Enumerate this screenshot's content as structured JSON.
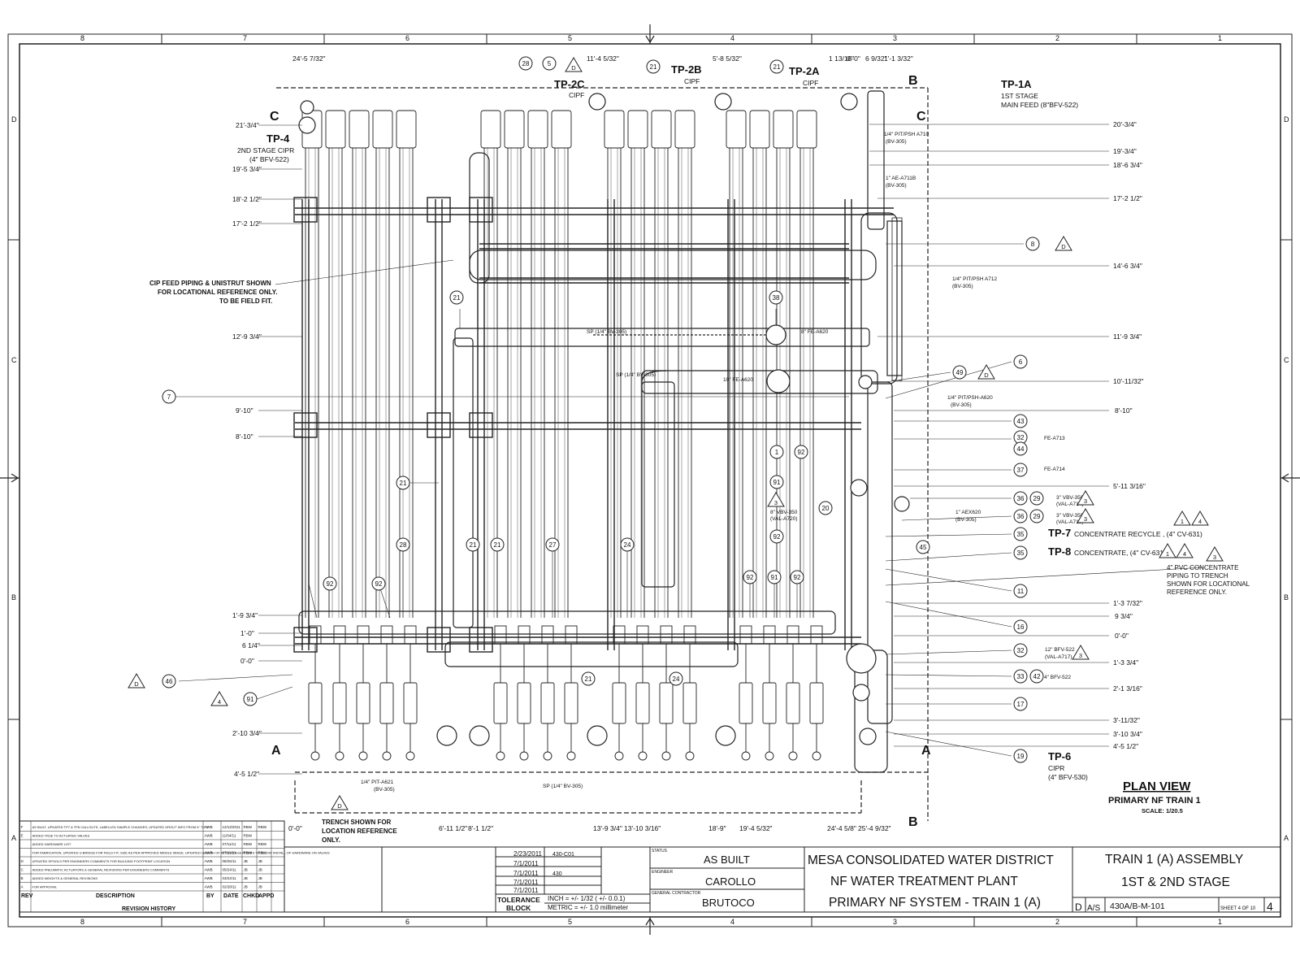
{
  "dims": {
    "left": [
      "21'-3/4\"",
      "19'-5 3/4\"",
      "18'-2 1/2\"",
      "17'-2 1/2\"",
      "12'-9 3/4\"",
      "9'-10\"",
      "8'-10\"",
      "1'-9 3/4\"",
      "1'-0\"",
      "6 1/4\"",
      "0'-0\"",
      "2'-10 3/4\"",
      "4'-5 1/2\""
    ],
    "right": [
      "20'-3/4\"",
      "19'-3/4\"",
      "18'-6 3/4\"",
      "17'-2 1/2\"",
      "14'-6 3/4\"",
      "11'-9 3/4\"",
      "10'-11/32\"",
      "8'-10\"",
      "5'-11 3/16\"",
      "1'-3 7/32\"",
      "9 3/4\"",
      "0'-0\"",
      "1'-3 3/4\"",
      "2'-1 3/16\"",
      "3'-11/32\"",
      "3'-10 3/4\"",
      "4'-5 1/2\""
    ],
    "top": [
      "24'-5 7/32\"",
      "11'-4 5/32\"",
      "5'-8 5/32\"",
      "1 13/16\"",
      "0'-0\"",
      "6 9/32\"",
      "1'-1 3/32\""
    ],
    "bottom": [
      "0'-0\"",
      "6'-11 1/2\"",
      "8'-1 1/2\"",
      "13'-9 3/4\"",
      "13'-10 3/16\"",
      "18'-9\"",
      "19'-4 5/32\"",
      "24'-4 5/8\"",
      "25'-4 9/32\""
    ]
  },
  "tags": {
    "tp4": "TP-4",
    "tp4_desc1": "2ND STAGE CIPR",
    "tp4_desc2": "(4\" BFV-522)",
    "tp2c": "TP-2C",
    "tp2c_desc": "CIPF",
    "tp2b": "TP-2B",
    "tp2b_desc": "CIPF",
    "tp2a": "TP-2A",
    "tp2a_desc": "CIPF",
    "tp1a": "TP-1A",
    "tp1a_desc1": "1ST STAGE",
    "tp1a_desc2": "MAIN FEED (8\"BFV-522)",
    "tp7": "TP-7",
    "tp7_desc": "CONCENTRATE RECYCLE , (4\" CV-631)",
    "tp8": "TP-8",
    "tp8_desc": "CONCENTRATE, (4\" CV-631)",
    "tp6": "TP-6",
    "tp6_desc1": "CIPR",
    "tp6_desc2": "(4\" BFV-530)"
  },
  "notes": {
    "cip1": "CIP FEED PIPING & UNISTRUT SHOWN",
    "cip2": "FOR LOCATIONAL REFERENCE ONLY.",
    "cip3": "TO BE FIELD FIT.",
    "trench1": "TRENCH SHOWN FOR",
    "trench2": "LOCATION REFERENCE",
    "trench3": "ONLY.",
    "pvc1": "4\" PVC CONCENTRATE",
    "pvc2": "PIPING TO TRENCH",
    "pvc3": "SHOWN FOR LOCATIONAL",
    "pvc4": "REFERENCE ONLY."
  },
  "instruments": {
    "a710": "1/4\" PIT/PSH A710",
    "a710b": "(BV-305)",
    "a711": "1\" AE-A711B",
    "a711b": "(BV-305)",
    "a712": "1/4\" PIT/PSH A712",
    "a712b": "(BV-305)",
    "a620": "1/4\" PIT/PSH-A620",
    "a620b": "(BV-305)",
    "fe713": "FE-A713",
    "fe714": "FE-A714",
    "v714": "3\" VBV-350",
    "v714b": "(VAL-A714)",
    "v715": "3\" VBV-350",
    "v715b": "(VAL-A715)",
    "ae620": "1\" AEX620",
    "ae620b": "(BV-305)",
    "v717": "12\" BFV-522",
    "v717b": "(VAL-A717)",
    "bfv522": "4\" BFV-522",
    "sp1": "SP (1/4\" BV-305)",
    "sp2": "SP (1/4\" BV-305)",
    "sp3": "SP (1/4\" BV-305)",
    "fe8": "8\" FE-A620",
    "fe10": "10\" FE-A620",
    "vbv350": "8\" VBV-350",
    "vbv350b": "(VAL-A720)",
    "a621": "1/4\" PIT-A621",
    "a621b": "(BV-305)"
  },
  "callouts": {
    "c28a": "28",
    "c5": "5",
    "c21a": "21",
    "c21b": "21",
    "c8": "8",
    "c21c": "21",
    "c38": "38",
    "c7": "7",
    "c49": "49",
    "c6": "6",
    "c43": "43",
    "c32a": "32",
    "c44": "44",
    "c37": "37",
    "c36a": "36",
    "c29a": "29",
    "c36b": "36",
    "c29b": "29",
    "c35a": "35",
    "c35b": "35",
    "c1": "1",
    "c92a": "92",
    "c91a": "91",
    "c20": "20",
    "c92b": "92",
    "c45": "45",
    "c11": "11",
    "c21d": "21",
    "c28b": "28",
    "c21e": "21",
    "c21f": "21",
    "c27": "27",
    "c24a": "24",
    "c92c": "92",
    "c92d": "92",
    "c92e": "92",
    "c91b": "91",
    "c92f": "92",
    "c16": "16",
    "c32b": "32",
    "c33": "33",
    "c42": "42",
    "c17": "17",
    "c19": "19",
    "c46": "46",
    "c91c": "91",
    "c21g": "21",
    "c24b": "24"
  },
  "revs": {
    "tD1": "D",
    "tD2": "D",
    "tD3": "D",
    "tD4": "D",
    "tD5": "D",
    "t3a": "3",
    "t3b": "3",
    "t3c": "3",
    "t3d": "3",
    "t1": "1",
    "t4a": "4",
    "t1b": "1",
    "t4b": "4",
    "t4c": "4",
    "t3e": "3"
  },
  "section": {
    "a": "A",
    "b": "B",
    "c": "C"
  },
  "border": {
    "cols": [
      "8",
      "7",
      "6",
      "5",
      "4",
      "3",
      "2",
      "1"
    ],
    "rows": [
      "D",
      "C",
      "B",
      "A"
    ]
  },
  "plan": {
    "title": "PLAN VIEW",
    "subtitle": "PRIMARY NF TRAIN 1",
    "scale": "SCALE: 1/20.5"
  },
  "revision_history": {
    "rows": [
      {
        "rev": "F",
        "desc": "AS BUILT, UPDATED TP7 & TP8 CALLOUTS, LABELLED SAMPLE CHANGES, UPDATED GROUT INFO FROM 5\" TO 3\"",
        "by": "AWB",
        "date": "12/12/2011",
        "chkd": "RBW",
        "appd": "RBW"
      },
      {
        "rev": "E",
        "desc": "ADDED TRUE TO ACTUATED VALVES",
        "by": "AWB",
        "date": "11/04/11",
        "chkd": "RBW",
        "appd": ""
      },
      {
        "rev": "",
        "desc": "ADDED HARDWARE LIST",
        "by": "AWB",
        "date": "07/11/11",
        "chkd": "RBW",
        "appd": "RBW"
      },
      {
        "rev": "",
        "desc": "FOR FABRICATION, UPDATED U-BRIDGE FOR FIELD FIT, SIZE AS PER APPROVED MIDDLE IMAGE, UPDATED LENGTH OF INTERSTAGE RISERS TO ALLOW INSTALL OF HARDWARE ON VALVES",
        "by": "AWB",
        "date": "07/11/11",
        "chkd": "RBW",
        "appd": "RBW"
      },
      {
        "rev": "D",
        "desc": "UPDATED SPOOLS PER ENGINEERS COMMENTS FOR BUILDING FOOTPRINT LOCATION",
        "by": "AWB",
        "date": "08/26/11",
        "chkd": "JB",
        "appd": "JB"
      },
      {
        "rev": "C",
        "desc": "ADDED PNEUMATIC ACTUATORS & GENERAL REVISIONS PER ENGINEERS COMMENTS",
        "by": "AWB",
        "date": "05/24/11",
        "chkd": "JB",
        "appd": "JB"
      },
      {
        "rev": "B",
        "desc": "ADDED WEIGHTS & GENERAL REVISIONS",
        "by": "AWB",
        "date": "03/24/11",
        "chkd": "JB",
        "appd": "JB"
      },
      {
        "rev": "A",
        "desc": "FOR APPROVAL",
        "by": "AWB",
        "date": "02/28/11",
        "chkd": "JB",
        "appd": "JB"
      }
    ],
    "h_rev": "REV",
    "h_desc": "DESCRIPTION",
    "h_by": "BY",
    "h_date": "DATE",
    "h_chkd": "CHKD",
    "h_appd": "APPD",
    "label": "REVISION HISTORY"
  },
  "title_block": {
    "drawn_date": "2/23/2011",
    "date2": "7/1/2011",
    "date3": "7/1/2011",
    "date4": "7/1/2011",
    "date5": "7/1/2011",
    "job": "430-C01",
    "job_no": "430",
    "tolerance_label1": "TOLERANCE",
    "tolerance_label2": "BLOCK",
    "tol_inch": "INCH = +/- 1/32 ( +/- 0.0.1)",
    "tol_metric": "METRIC = +/- 1.0 millimeter",
    "status": "AS BUILT",
    "engineer": "CAROLLO",
    "contractor": "BRUTOCO",
    "status_label": "STATUS",
    "engineer_label": "ENGINEER",
    "contractor_label": "GENERAL CONTRACTOR",
    "project1": "MESA CONSOLIDATED WATER DISTRICT",
    "project2": "NF WATER TREATMENT PLANT",
    "project3": "PRIMARY NF SYSTEM - TRAIN 1 (A)",
    "title1": "TRAIN 1 (A) ASSEMBLY",
    "title2": "1ST & 2ND STAGE",
    "size": "D",
    "scale": "A/S",
    "dwg_no": "430A/B-M-101",
    "sheet": "SHEET 4 OF 10",
    "rev": "4"
  }
}
